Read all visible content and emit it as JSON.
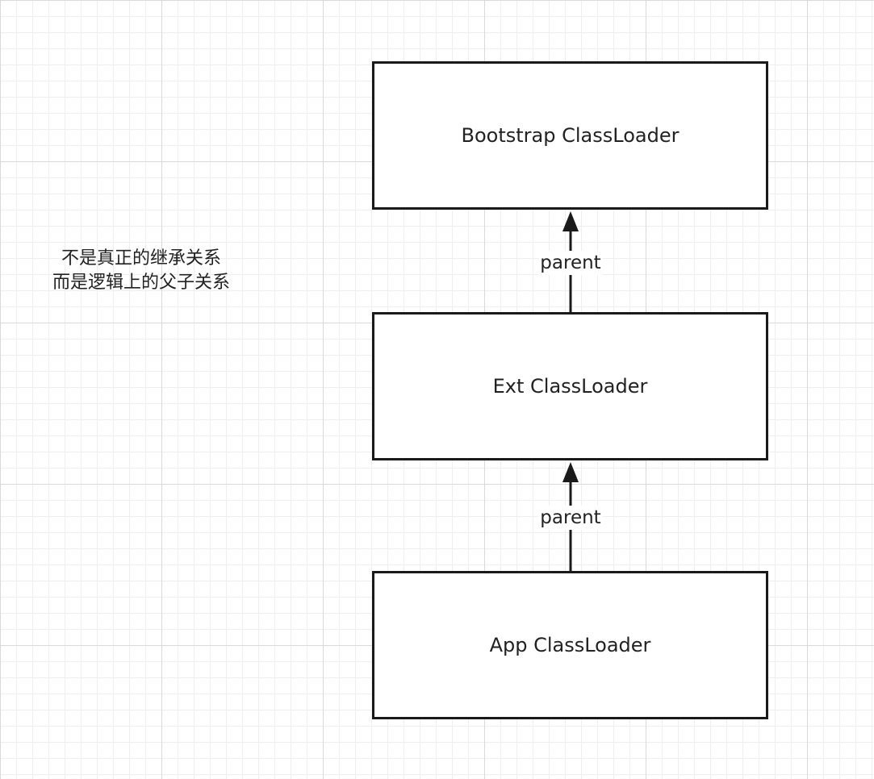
{
  "diagram": {
    "nodes": {
      "bootstrap": "Bootstrap ClassLoader",
      "ext": "Ext ClassLoader",
      "app": "App ClassLoader"
    },
    "edges": [
      {
        "from": "ext",
        "to": "bootstrap",
        "label": "parent"
      },
      {
        "from": "app",
        "to": "ext",
        "label": "parent"
      }
    ],
    "note": {
      "line1": "不是真正的继承关系",
      "line2": "而是逻辑上的父子关系"
    }
  },
  "colors": {
    "stroke": "#1a1a1a",
    "text": "#222222",
    "grid_major": "#d9d9d9",
    "grid_minor": "#efefef"
  }
}
